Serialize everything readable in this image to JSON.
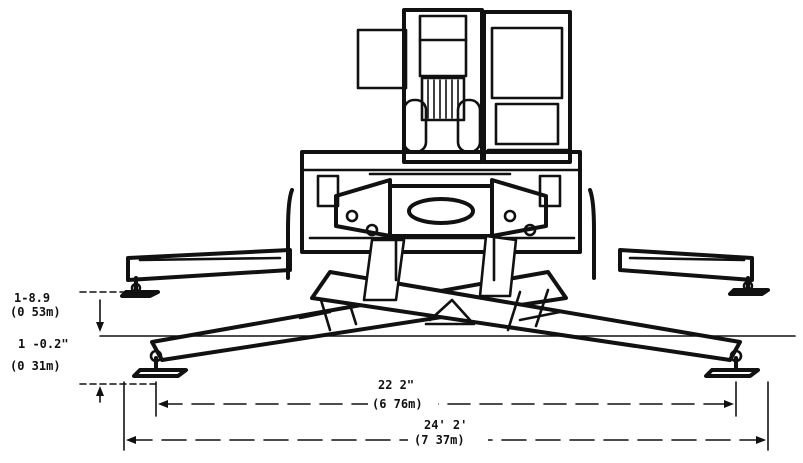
{
  "dimensions": {
    "outrigger_height_upper_ft": "1-8.9",
    "outrigger_height_upper_m": "(0 53m)",
    "outrigger_height_lower_ft": "1 -0.2\"",
    "outrigger_height_lower_m": "(0 31m)",
    "spread_inner_ft": "22 2\"",
    "spread_inner_m": "(6 76m)",
    "spread_outer_ft": "24' 2'",
    "spread_outer_m": "(7 37m)"
  }
}
